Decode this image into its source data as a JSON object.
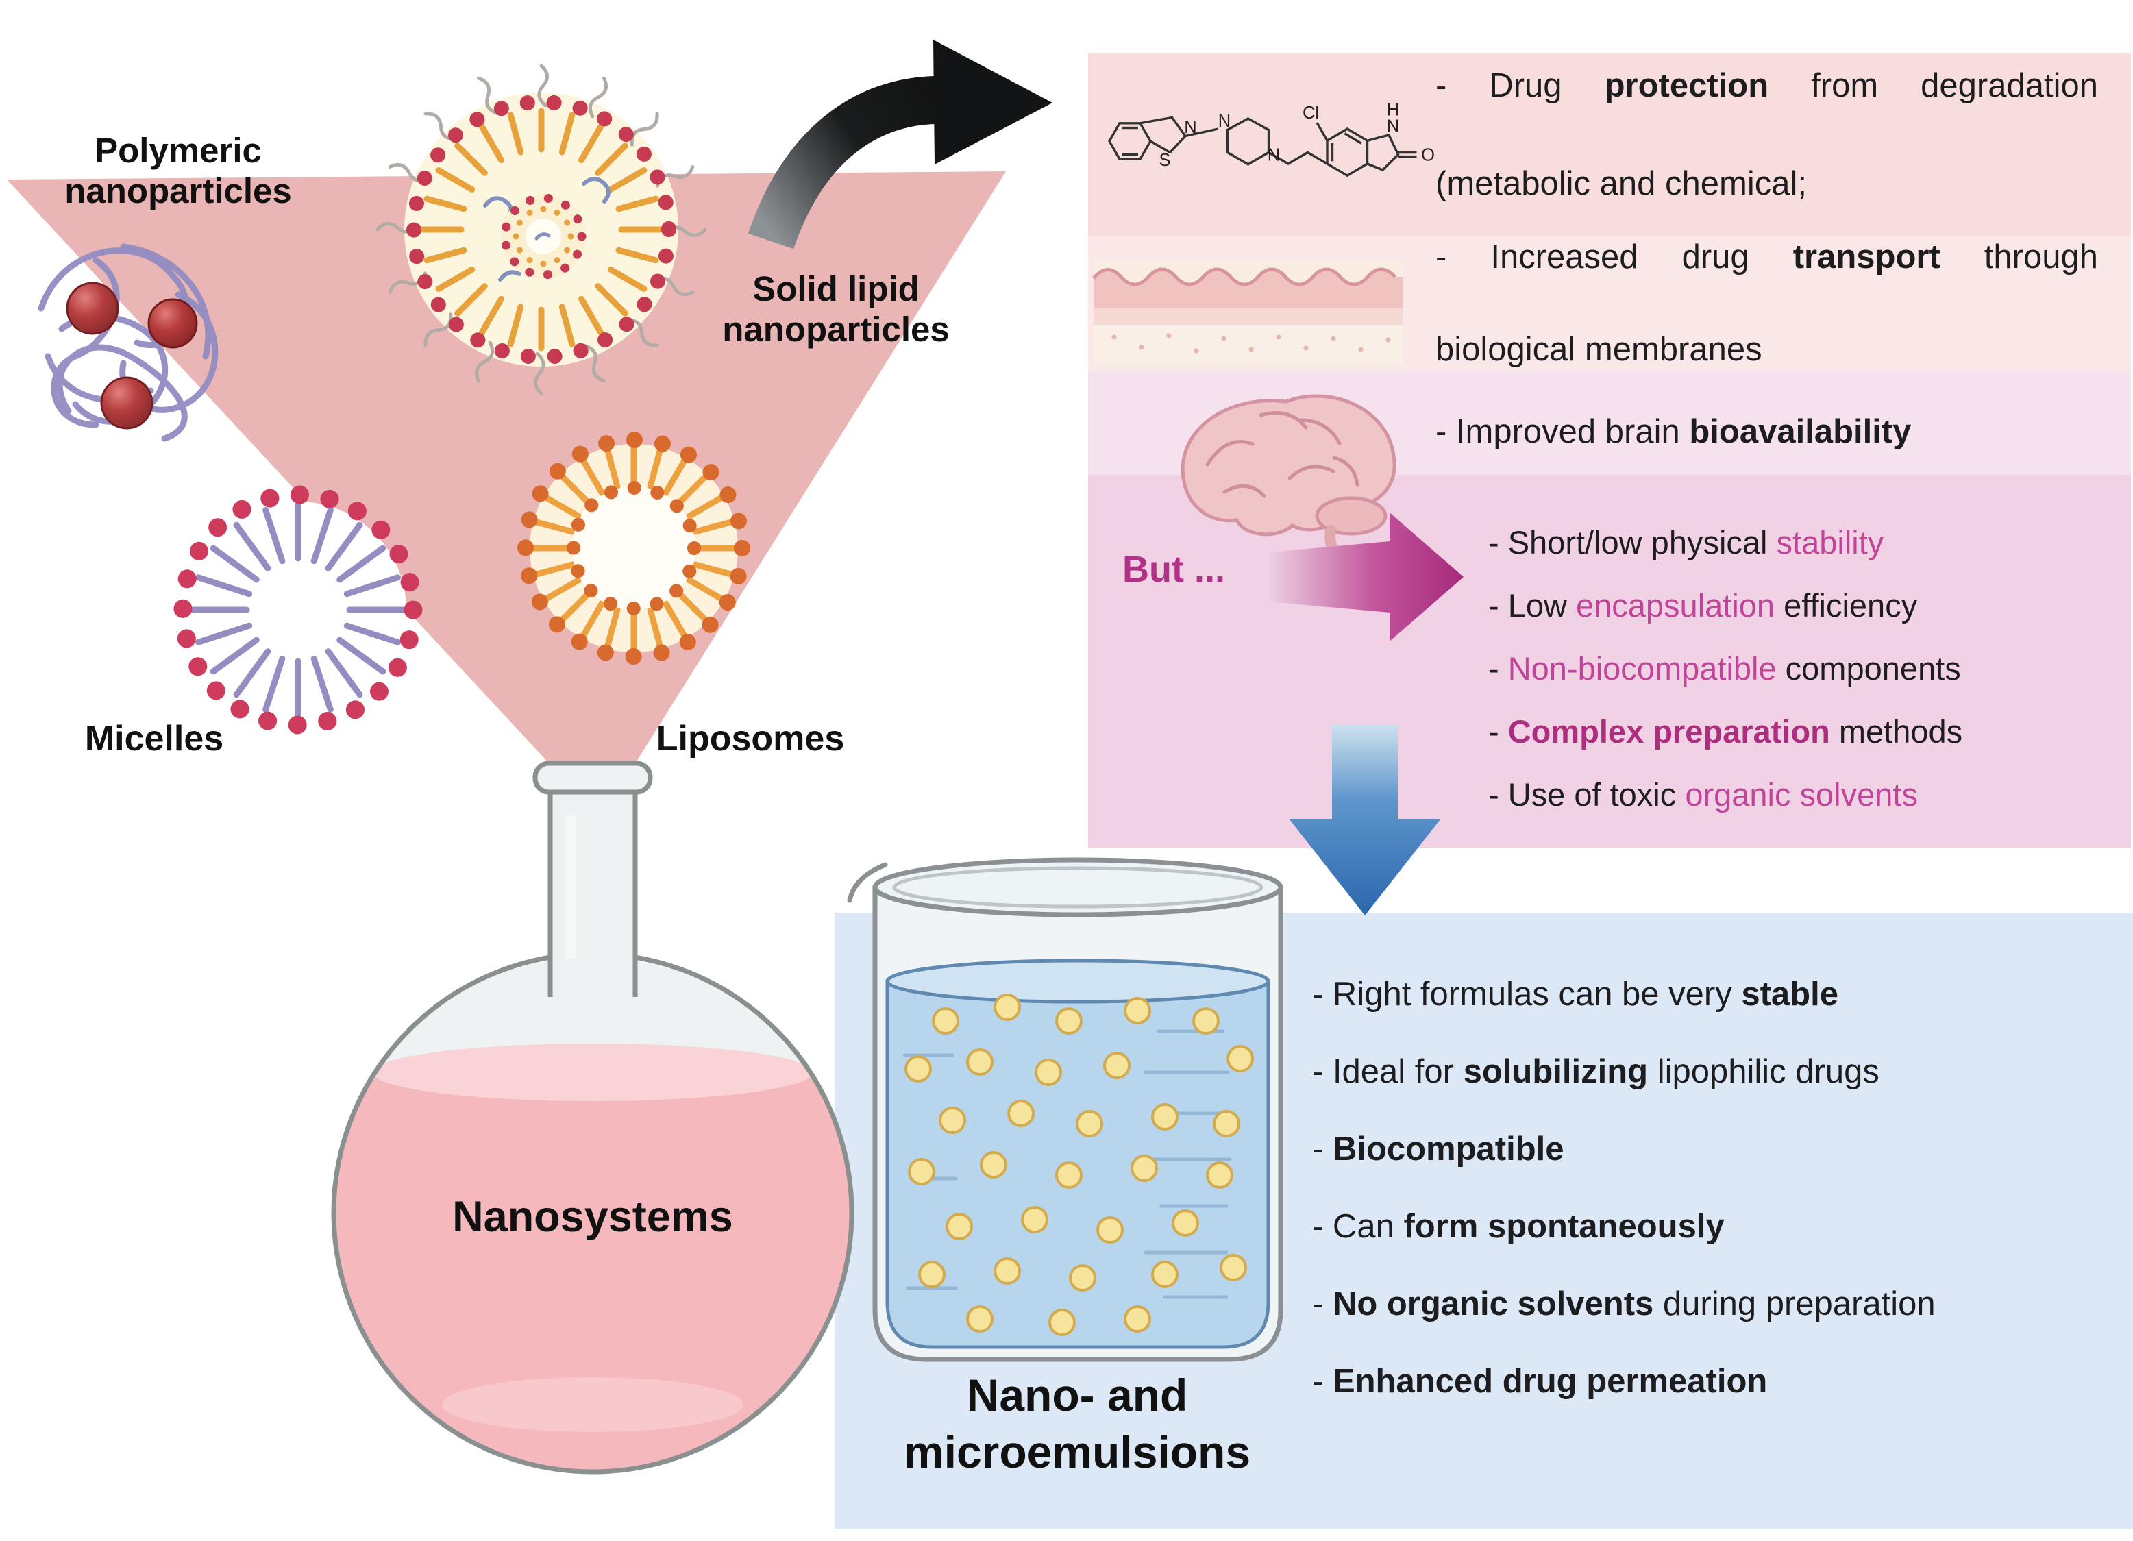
{
  "nanoparticle_labels": {
    "polymeric": "Polymeric\nnanoparticles",
    "solid_lipid": "Solid lipid\nnanoparticles",
    "micelles": "Micelles",
    "liposomes": "Liposomes"
  },
  "flask_label": "Nanosystems",
  "beaker_label": "Nano- and\nmicroemulsions",
  "but_label": "But ...",
  "advantages": [
    [
      "- Drug ",
      "protection",
      " from degradation"
    ],
    [
      "(metabolic and chemical;"
    ],
    [
      "- Increased drug ",
      "transport",
      " through"
    ],
    [
      "biological membranes"
    ],
    [
      "- Improved brain ",
      "bioavailability"
    ]
  ],
  "drawbacks": [
    [
      "- Short/low physical ",
      "stability",
      ""
    ],
    [
      "- Low ",
      "encapsulation",
      " efficiency"
    ],
    [
      "- ",
      "Non-biocompatible",
      " components"
    ],
    [
      "- ",
      "Complex preparation",
      " methods"
    ],
    [
      "- Use of toxic ",
      "organic solvents",
      ""
    ]
  ],
  "benefits": [
    [
      "- Right formulas can be very ",
      "stable",
      ""
    ],
    [
      "- Ideal for ",
      "solubilizing",
      " lipophilic drugs"
    ],
    [
      "- ",
      "Biocompatible",
      ""
    ],
    [
      "- Can ",
      "form spontaneously",
      ""
    ],
    [
      "- ",
      "No organic solvents",
      " during preparation"
    ],
    [
      "- ",
      "Enhanced drug permeation",
      ""
    ]
  ],
  "chem_atoms": {
    "cl": "Cl",
    "s": "S",
    "n1": "N",
    "n2": "N",
    "n3": "N",
    "n4": "N",
    "h": "H",
    "o": "O"
  },
  "colors": {
    "funnel_pink": "#e9b6b5",
    "panel_pink_top": "#f7dddc",
    "panel_pink_bottom": "#f1d2e5",
    "panel_blue": "#dce8f6",
    "accent_magenta": "#b03186",
    "accent_blue": "#2f6fb8",
    "flask_liquid": "#f5b9bd",
    "beaker_liquid": "#b7d5ec",
    "droplet_yellow": "#f7e49c"
  }
}
